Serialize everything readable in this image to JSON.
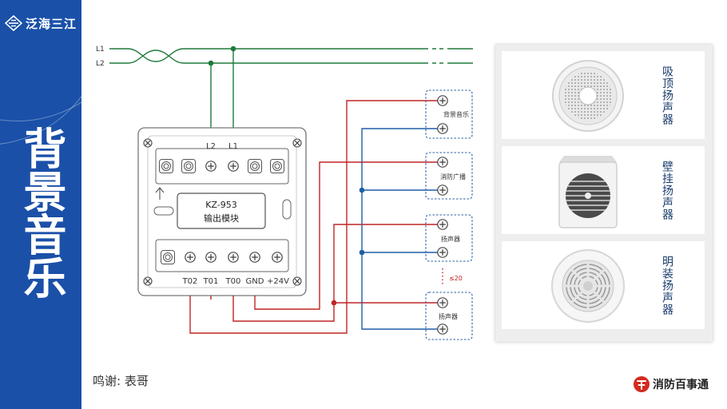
{
  "brand": {
    "name": "泛海三江"
  },
  "page_title": "背景音乐",
  "lines": {
    "l1": "L1",
    "l2": "L2"
  },
  "module": {
    "model": "KZ-953",
    "function": "输出模块",
    "top_terminals": [
      "L2",
      "L1"
    ],
    "bottom_terminals": [
      "T02",
      "T01",
      "T00",
      "GND",
      "+24V"
    ]
  },
  "outputs": [
    {
      "label": "背景音乐"
    },
    {
      "label": "消防广播"
    },
    {
      "label": "扬声器"
    },
    {
      "label": "扬声器"
    }
  ],
  "note": "≤20",
  "speakers": [
    {
      "name": "吸顶扬声器",
      "photo_icon": "ceiling-speaker-icon"
    },
    {
      "name": "壁挂扬声器",
      "photo_icon": "wall-speaker-icon"
    },
    {
      "name": "明装扬声器",
      "photo_icon": "surface-speaker-icon"
    }
  ],
  "credit": "鸣谢: 表哥",
  "footer_brand": "消防百事通",
  "colors": {
    "sidebar": "#1a50a8",
    "wire_green": "#1e7a3c",
    "wire_red": "#c02525",
    "wire_blue": "#1f5fa8",
    "box_dash": "#2b5fa8"
  }
}
